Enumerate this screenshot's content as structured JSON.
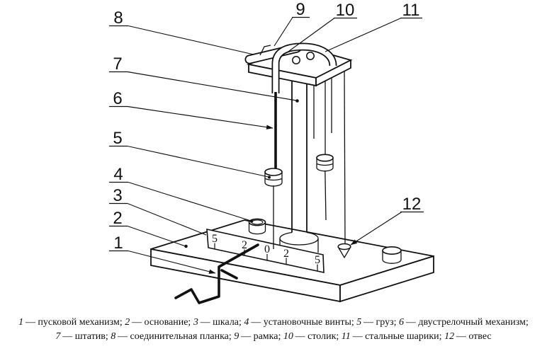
{
  "figure": {
    "title_hint": "Laboratory free-fall apparatus line drawing",
    "callouts": [
      "1",
      "2",
      "3",
      "4",
      "5",
      "6",
      "7",
      "8",
      "9",
      "10",
      "11",
      "12"
    ],
    "scale_marks": [
      "5",
      "2",
      "0",
      "2",
      "5"
    ],
    "ink_color": "#111111",
    "background_color": "#ffffff"
  },
  "legend": {
    "entries": [
      {
        "num": "1",
        "term": "пусковой механизм"
      },
      {
        "num": "2",
        "term": "основание"
      },
      {
        "num": "3",
        "term": "шкала"
      },
      {
        "num": "4",
        "term": "установочные винты"
      },
      {
        "num": "5",
        "term": "груз"
      },
      {
        "num": "6",
        "term": "двустрелочный механизм"
      },
      {
        "num": "7",
        "term": "штатив"
      },
      {
        "num": "8",
        "term": "соединительная планка"
      },
      {
        "num": "9",
        "term": "рамка"
      },
      {
        "num": "10",
        "term": "столик"
      },
      {
        "num": "11",
        "term": "стальные шарики"
      },
      {
        "num": "12",
        "term": "отвес"
      }
    ]
  }
}
